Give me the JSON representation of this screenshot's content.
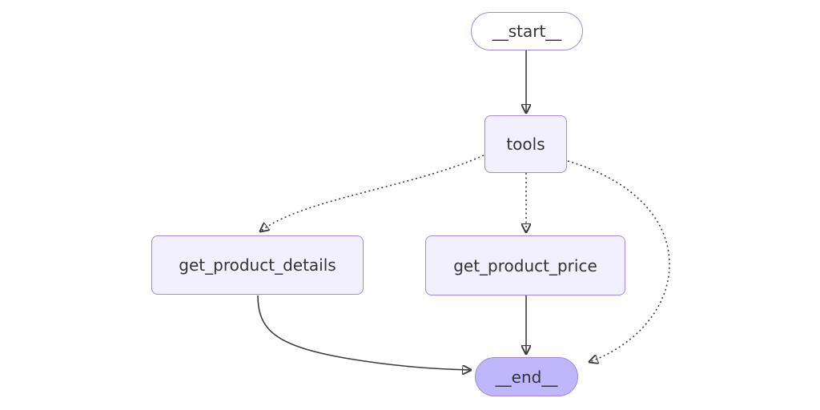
{
  "diagram": {
    "type": "flowchart",
    "direction": "top-down",
    "colors": {
      "node_border": "#a18ad6",
      "node_fill": "#f2f0ff",
      "start_fill": "#ffffff",
      "end_fill": "#bfb6fc",
      "edge": "#3d3d3d",
      "text": "#333333",
      "background": "#ffffff"
    },
    "nodes": [
      {
        "id": "start",
        "label": "__start__",
        "shape": "stadium"
      },
      {
        "id": "tools",
        "label": "tools",
        "shape": "rect"
      },
      {
        "id": "get_product_details",
        "label": "get_product_details",
        "shape": "rect"
      },
      {
        "id": "get_product_price",
        "label": "get_product_price",
        "shape": "rect"
      },
      {
        "id": "end",
        "label": "__end__",
        "shape": "stadium"
      }
    ],
    "edges": [
      {
        "from": "start",
        "to": "tools",
        "style": "solid"
      },
      {
        "from": "tools",
        "to": "get_product_details",
        "style": "dotted"
      },
      {
        "from": "tools",
        "to": "get_product_price",
        "style": "dotted"
      },
      {
        "from": "tools",
        "to": "end",
        "style": "dotted"
      },
      {
        "from": "get_product_details",
        "to": "end",
        "style": "solid"
      },
      {
        "from": "get_product_price",
        "to": "end",
        "style": "solid"
      }
    ]
  }
}
